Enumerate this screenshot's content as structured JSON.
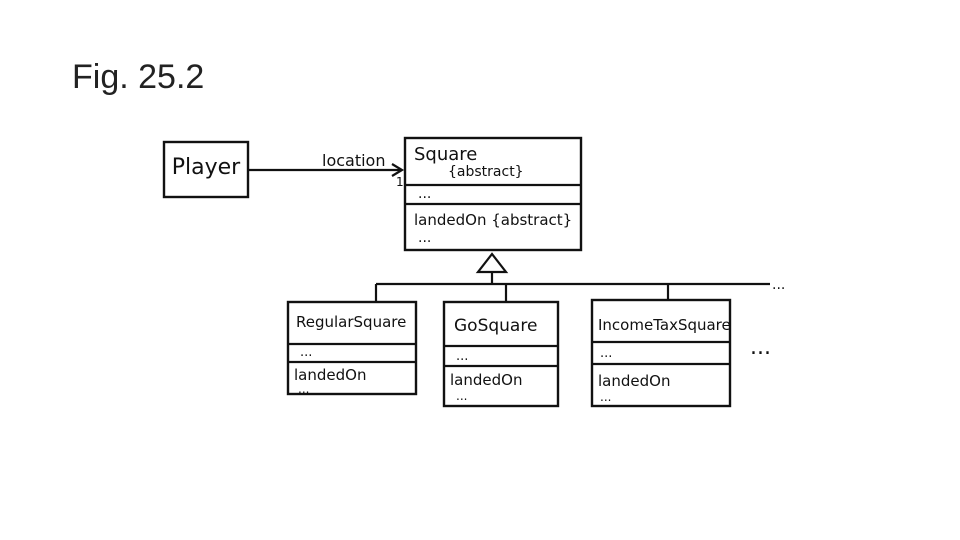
{
  "title": "Fig. 25.2",
  "diagram": {
    "player": {
      "name": "Player"
    },
    "association": {
      "label": "location",
      "multiplicity": "1"
    },
    "square": {
      "name": "Square",
      "stereotype": "{abstract}",
      "attributes": "...",
      "operation": "landedOn {abstract}",
      "operation_more": "..."
    },
    "subclasses": [
      {
        "name": "RegularSquare",
        "attributes": "...",
        "operation": "landedOn",
        "operation_more": "..."
      },
      {
        "name": "GoSquare",
        "attributes": "...",
        "operation": "landedOn",
        "operation_more": "..."
      },
      {
        "name": "IncomeTaxSquare",
        "attributes": "...",
        "operation": "landedOn",
        "operation_more": "..."
      }
    ],
    "more_classes": "...",
    "hierarchy_more": "..."
  }
}
